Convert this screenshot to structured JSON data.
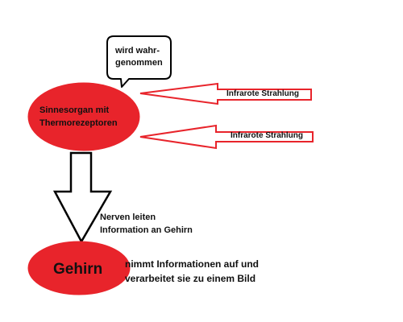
{
  "colors": {
    "ellipse_fill": "#e8242b",
    "outline": "#000000",
    "ray_stroke": "#e8242b",
    "background": "#ffffff",
    "text": "#111111"
  },
  "speech_bubble": {
    "lines": [
      "wird wahr-",
      "genommen"
    ]
  },
  "sense_organ": {
    "lines": [
      "Sinnesorgan mit",
      "Thermorezeptoren"
    ]
  },
  "infrared_rays": [
    {
      "label": "Infrarote Strahlung"
    },
    {
      "label": "Infrarote Strahlung"
    }
  ],
  "down_arrow": {
    "lines": [
      "Nerven leiten",
      "Information an Gehirn"
    ]
  },
  "brain": {
    "label": "Gehirn",
    "description_lines": [
      "nimmt Informationen auf und",
      "verarbeitet sie zu einem Bild"
    ]
  }
}
